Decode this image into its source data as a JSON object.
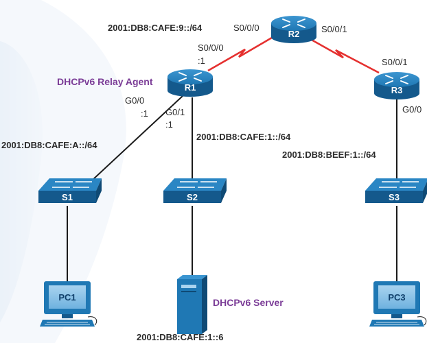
{
  "colors": {
    "device_blue": "#1f78b4",
    "device_dark": "#14598c",
    "serial_red": "#e5302f",
    "ethernet": "#1a1a1a",
    "role_label": "#7a3b96"
  },
  "devices": {
    "r1": {
      "name": "R1",
      "icon": "router-icon"
    },
    "r2": {
      "name": "R2",
      "icon": "router-icon"
    },
    "r3": {
      "name": "R3",
      "icon": "router-icon"
    },
    "s1": {
      "name": "S1",
      "icon": "switch-icon"
    },
    "s2": {
      "name": "S2",
      "icon": "switch-icon"
    },
    "s3": {
      "name": "S3",
      "icon": "switch-icon"
    },
    "pc1": {
      "name": "PC1",
      "icon": "pc-icon"
    },
    "pc3": {
      "name": "PC3",
      "icon": "pc-icon"
    },
    "server": {
      "icon": "server-icon"
    }
  },
  "roles": {
    "relay_agent": "DHCPv6 Relay Agent",
    "dhcp_server": "DHCPv6 Server"
  },
  "networks": {
    "r1_r2": "2001:DB8:CAFE:9::/64",
    "s1_lan": "2001:DB8:CAFE:A::/64",
    "s2_lan": "2001:DB8:CAFE:1::/64",
    "s3_lan": "2001:DB8:BEEF:1::/64",
    "server_addr": "2001:DB8:CAFE:1::6"
  },
  "interfaces": {
    "r2_s000": "S0/0/0",
    "r2_s001": "S0/0/1",
    "r1_s000": "S0/0/0",
    "r1_s000_host": ":1",
    "r1_g00": "G0/0",
    "r1_g00_host": ":1",
    "r1_g01": "G0/1",
    "r1_g01_host": ":1",
    "r3_s001": "S0/0/1",
    "r3_g0": "G0/0"
  }
}
